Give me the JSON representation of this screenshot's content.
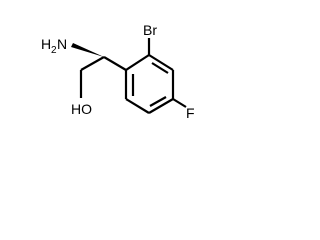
{
  "molecule": {
    "labels": {
      "amine_h": "H",
      "amine_h_count": "2",
      "amine_n": "N",
      "bromine": "Br",
      "fluorine": "F",
      "hydroxyl": "HO"
    }
  }
}
